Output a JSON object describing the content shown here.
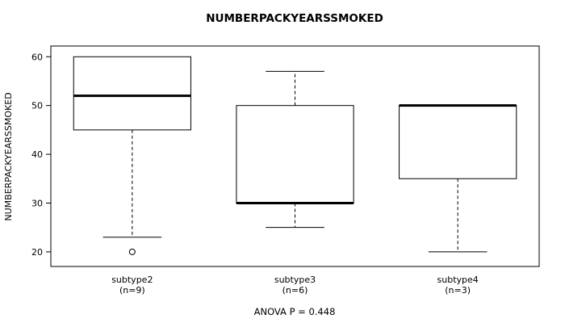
{
  "chart_data": {
    "type": "boxplot",
    "title": "NUMBERPACKYEARSSMOKED",
    "ylabel": "NUMBERPACKYEARSSMOKED",
    "footer": "ANOVA P = 0.448",
    "yticks": [
      20,
      30,
      40,
      50,
      60
    ],
    "ylim": [
      17,
      62.2
    ],
    "grid": false,
    "groups": [
      {
        "label": "subtype2",
        "sublabel": "(n=9)",
        "q1": 45,
        "median": 52,
        "q3": 60,
        "whisker_low": 23,
        "whisker_high": 60,
        "outliers": [
          20
        ]
      },
      {
        "label": "subtype3",
        "sublabel": "(n=6)",
        "q1": 30,
        "median": 30,
        "q3": 50,
        "whisker_low": 25,
        "whisker_high": 57,
        "outliers": []
      },
      {
        "label": "subtype4",
        "sublabel": "(n=3)",
        "q1": 35,
        "median": 50,
        "q3": 50,
        "whisker_low": 20,
        "whisker_high": 50,
        "outliers": []
      }
    ],
    "colors": {
      "stroke": "#000000",
      "box_fill": "#ffffff",
      "background": "#ffffff"
    }
  }
}
